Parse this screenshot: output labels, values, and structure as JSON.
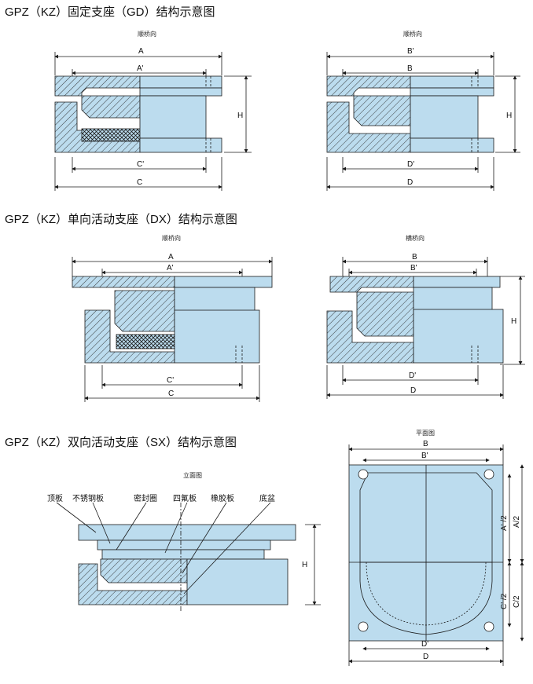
{
  "sections": [
    {
      "title": "GPZ（KZ）固定支座（GD）结构示意图",
      "left_caption": "顺桥向",
      "right_caption": "顺桥向"
    },
    {
      "title": "GPZ（KZ）单向活动支座（DX）结构示意图",
      "left_caption": "顺桥向",
      "right_caption": "横桥向"
    },
    {
      "title": "GPZ（KZ）双向活动支座（SX）结构示意图",
      "left_caption": "立面图",
      "right_caption": "平面图"
    }
  ],
  "dims": {
    "A": "A",
    "A1": "A'",
    "B": "B",
    "B1": "B'",
    "C": "C",
    "C1": "C'",
    "D": "D",
    "D1": "D'",
    "H": "H",
    "A1_half": "A' /2",
    "A_half": "A/2",
    "C1_half": "C' /2",
    "C_half": "C/2"
  },
  "parts": [
    "顶板",
    "不锈钢板",
    "密封圈",
    "四氟板",
    "橡胶板",
    "底盆"
  ],
  "colors": {
    "fill": "#bcdcee",
    "line": "#1a1a1a",
    "background": "#ffffff"
  }
}
